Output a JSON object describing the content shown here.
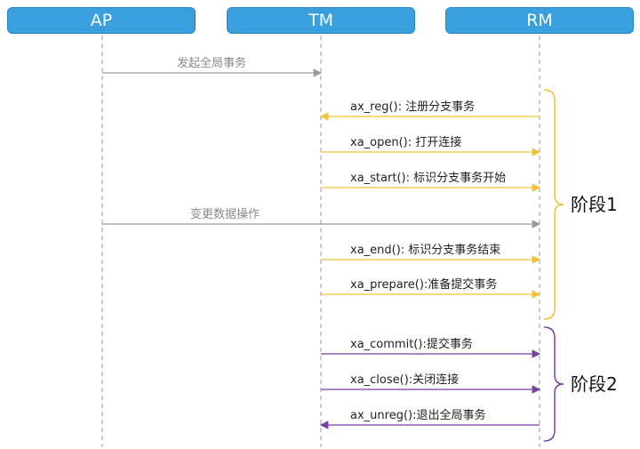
{
  "participants": [
    {
      "id": "ap",
      "label": "AP"
    },
    {
      "id": "tm",
      "label": "TM"
    },
    {
      "id": "rm",
      "label": "RM"
    }
  ],
  "colors": {
    "participant_fill": "#3aa0dd",
    "gray": "#9a9a9a",
    "phase1": "#f2c23a",
    "phase2": "#7a3fa0"
  },
  "messages": [
    {
      "from": "ap",
      "to": "tm",
      "label": "发起全局事务",
      "color": "gray"
    },
    {
      "from": "rm",
      "to": "tm",
      "label": "ax_reg(): 注册分支事务",
      "color": "phase1"
    },
    {
      "from": "tm",
      "to": "rm",
      "label": "xa_open(): 打开连接",
      "color": "phase1"
    },
    {
      "from": "tm",
      "to": "rm",
      "label": "xa_start(): 标识分支事务开始",
      "color": "phase1"
    },
    {
      "from": "ap",
      "to": "rm",
      "label": "变更数据操作",
      "color": "gray"
    },
    {
      "from": "tm",
      "to": "rm",
      "label": "xa_end(): 标识分支事务结束",
      "color": "phase1"
    },
    {
      "from": "tm",
      "to": "rm",
      "label": "xa_prepare():准备提交事务",
      "color": "phase1"
    },
    {
      "from": "tm",
      "to": "rm",
      "label": "xa_commit():提交事务",
      "color": "phase2"
    },
    {
      "from": "tm",
      "to": "rm",
      "label": "xa_close():关闭连接",
      "color": "phase2"
    },
    {
      "from": "rm",
      "to": "tm",
      "label": "ax_unreg():退出全局事务",
      "color": "phase2"
    }
  ],
  "phases": [
    {
      "label": "阶段1",
      "color": "phase1",
      "first_message": 1,
      "last_message": 6
    },
    {
      "label": "阶段2",
      "color": "phase2",
      "first_message": 7,
      "last_message": 9
    }
  ]
}
